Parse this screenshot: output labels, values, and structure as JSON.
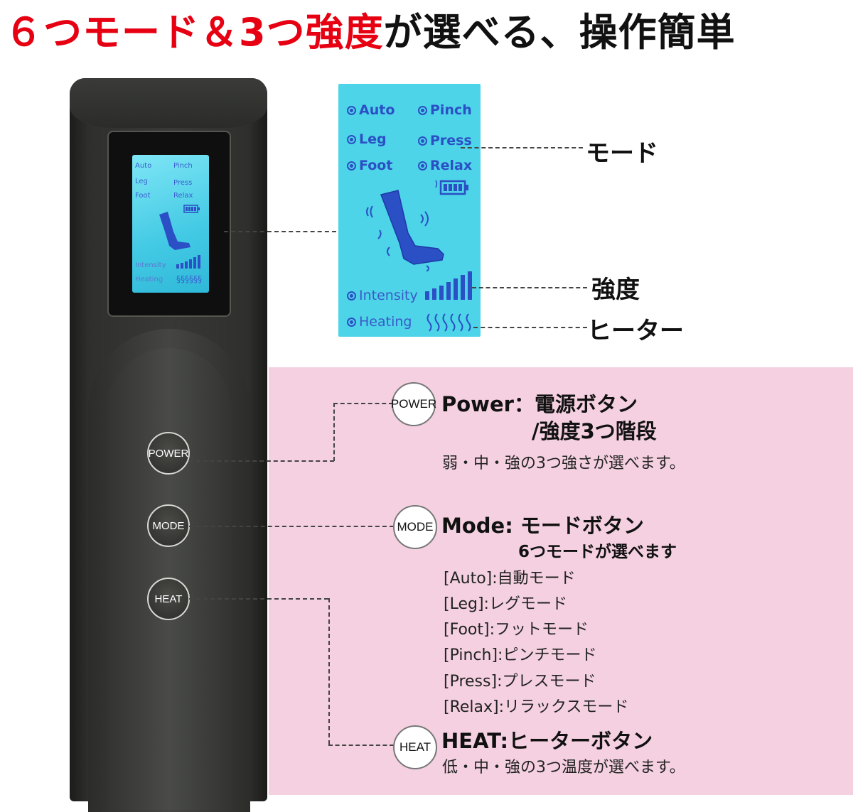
{
  "title": {
    "part1": "６つモード＆3つ強度",
    "part2": "が選べる、操作簡単"
  },
  "colors": {
    "title_red": "#e60012",
    "lcd_cyan": "#4dd4e8",
    "lcd_blue": "#2b4fc4",
    "pink_panel": "#f4d0e0",
    "remote_body": "#363734"
  },
  "lcd": {
    "modes": [
      "Auto",
      "Pinch",
      "Leg",
      "Press",
      "Foot",
      "Relax"
    ],
    "intensity_label": "Intensity",
    "heating_label": "Heating",
    "battery_icon": "battery-icon",
    "leg_icon": "leg-massage-icon",
    "intensity_icon": "signal-bars-icon",
    "heating_icon": "heat-waves-icon"
  },
  "callouts": {
    "mode": "モード",
    "intensity": "強度",
    "heater": "ヒーター"
  },
  "remote_buttons": {
    "power": "POWER",
    "mode": "MODE",
    "heat": "HEAT"
  },
  "info": {
    "power": {
      "icon_label": "POWER",
      "heading_line1": "Power：電源ボタン",
      "heading_line2": "/強度3つ階段",
      "desc": "弱・中・強の3つ強さが選べます。"
    },
    "mode": {
      "icon_label": "MODE",
      "heading_line1": "Mode: モードボタン",
      "heading_line2": "6つモードが選べます",
      "items": [
        "[Auto]:自動モード",
        "[Leg]:レグモード",
        "[Foot]:フットモード",
        "[Pinch]:ピンチモード",
        "[Press]:プレスモード",
        "[Relax]:リラックスモード"
      ]
    },
    "heat": {
      "icon_label": "HEAT",
      "heading": "HEAT:ヒーターボタン",
      "desc": "低・中・強の3つ温度が選べます。"
    }
  }
}
